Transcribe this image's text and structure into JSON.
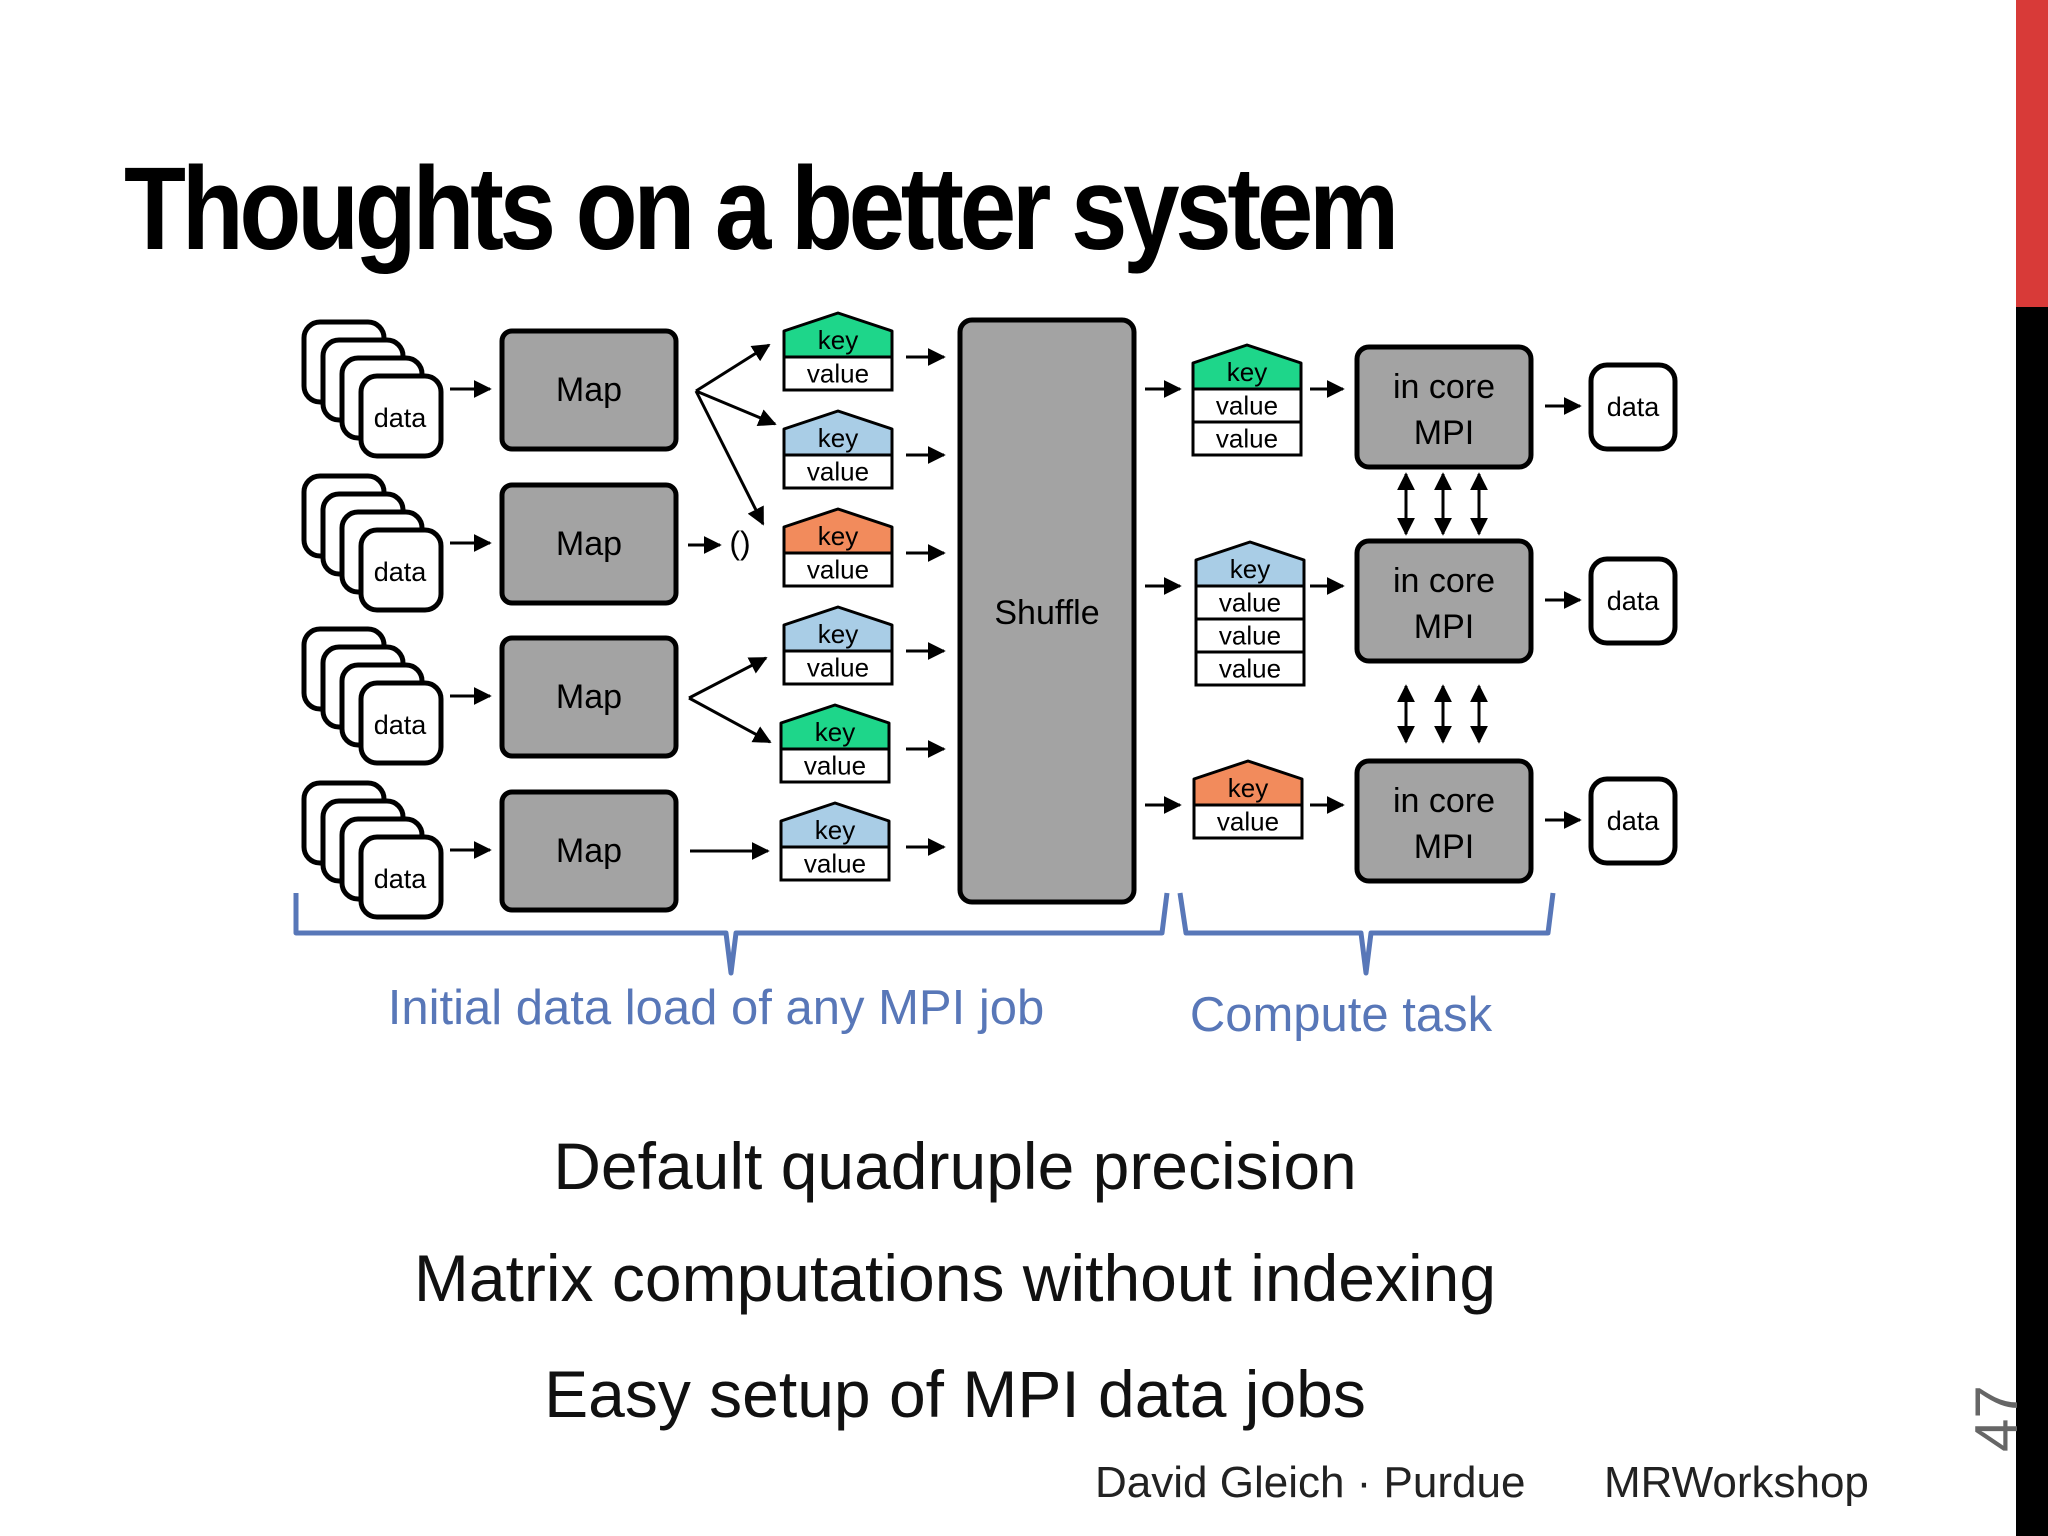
{
  "slide": {
    "title": "Thoughts on a better system",
    "bullets": [
      "Default quadruple precision",
      "Matrix computations without indexing",
      "Easy setup of MPI data jobs"
    ],
    "footer_author": "David Gleich · Purdue",
    "footer_event": "MRWorkshop",
    "page_number": "47"
  },
  "diagram": {
    "data_label": "data",
    "map_label": "Map",
    "key_label": "key",
    "value_label": "value",
    "shuffle_label": "Shuffle",
    "empty_output": "()",
    "compute_line1": "in core",
    "compute_line2": "MPI",
    "brace_left_label": "Initial data load of any MPI job",
    "brace_right_label": "Compute task",
    "colors": {
      "green": "#1ed68a",
      "blue": "#a9cde6",
      "orange": "#f28b5c",
      "gray": "#a3a3a3",
      "brace": "#5877b8"
    },
    "map_outputs": [
      [
        "green",
        "blue",
        "orange"
      ],
      [
        "empty"
      ],
      [
        "blue",
        "green"
      ],
      [
        "blue"
      ]
    ],
    "shuffled_key_colors": [
      "green",
      "green",
      "blue",
      "orange",
      "blue",
      "blue"
    ],
    "reduce_groups": [
      {
        "color": "green",
        "values": 2
      },
      {
        "color": "blue",
        "values": 3
      },
      {
        "color": "orange",
        "values": 1
      }
    ]
  }
}
